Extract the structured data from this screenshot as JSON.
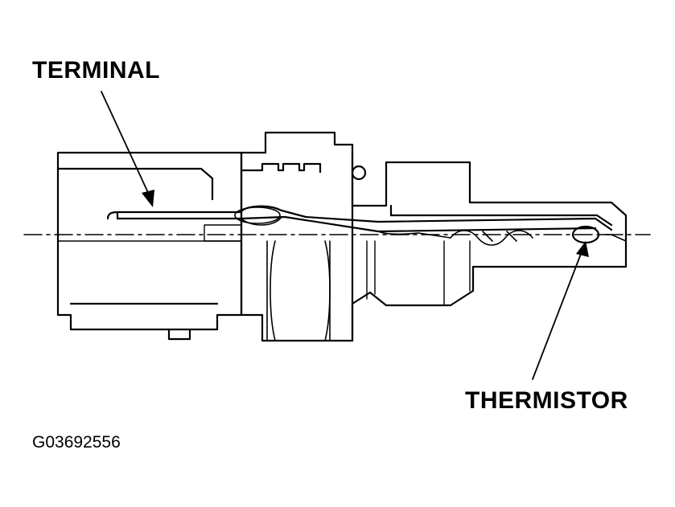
{
  "labels": {
    "terminal": "TERMINAL",
    "thermistor": "THERMISTOR"
  },
  "figure_id": "G03692556",
  "colors": {
    "ink": "#000000",
    "paper": "#ffffff"
  }
}
